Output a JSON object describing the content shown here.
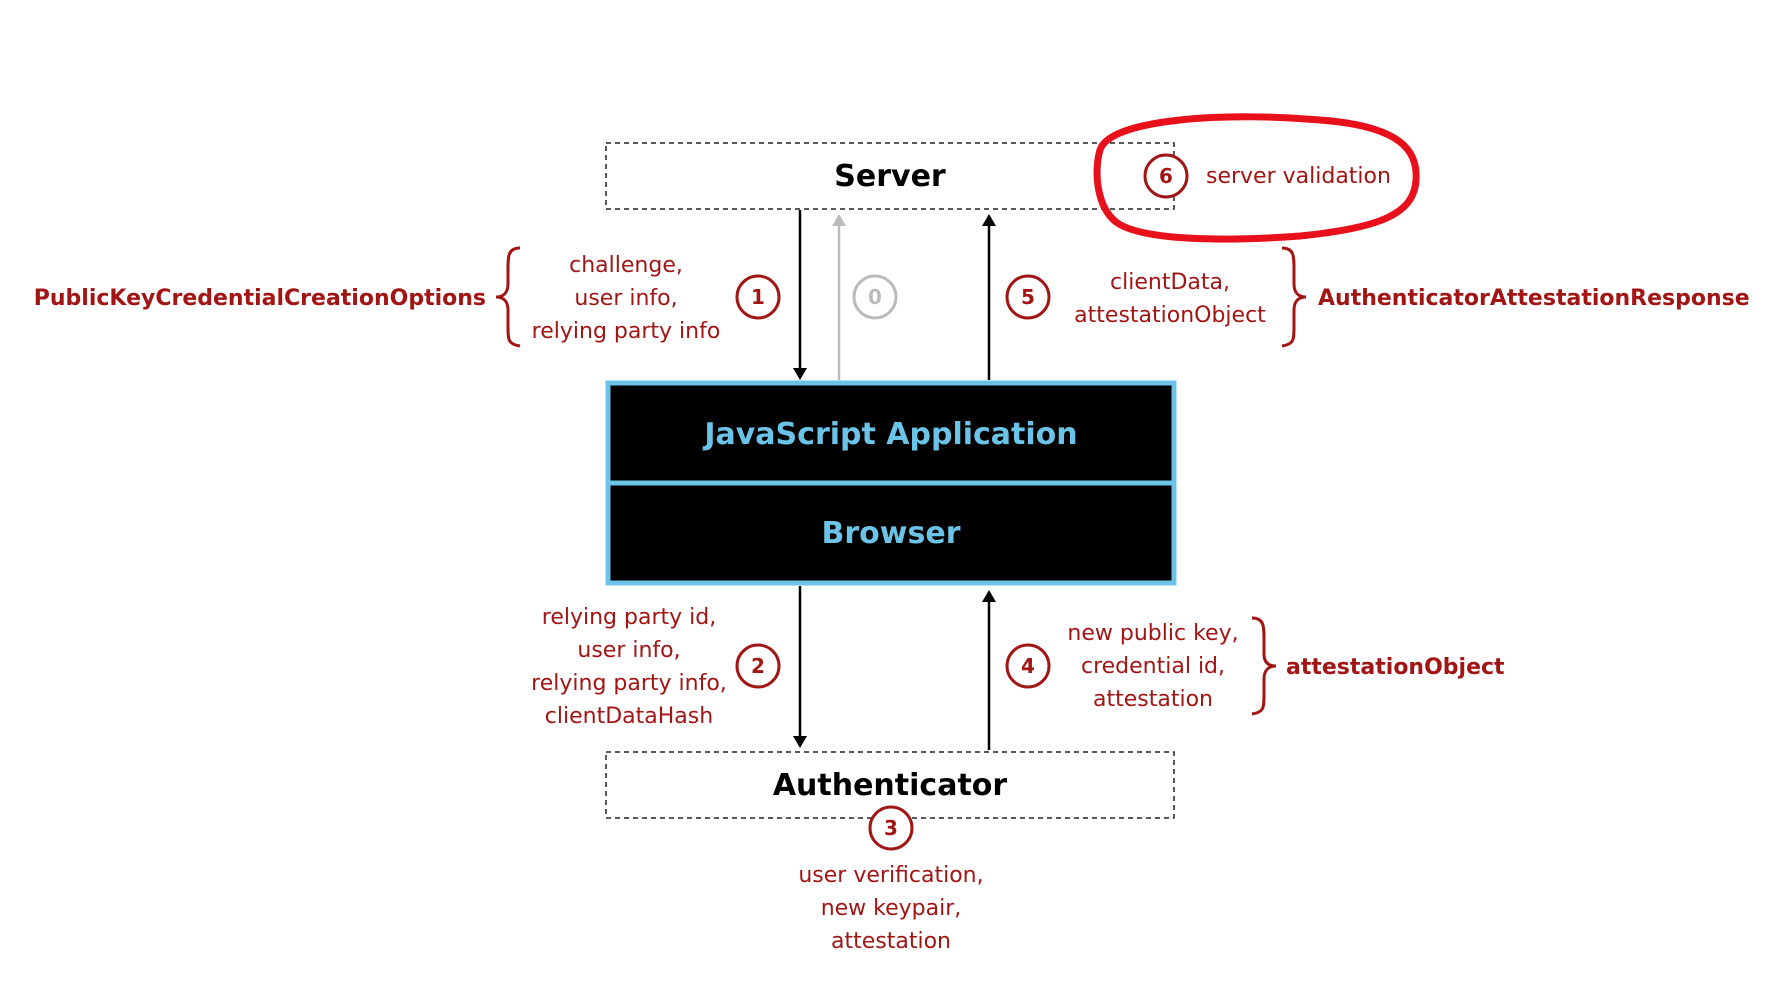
{
  "boxes": {
    "server": "Server",
    "javascript_app": "JavaScript Application",
    "browser": "Browser",
    "authenticator": "Authenticator"
  },
  "steps": {
    "s0": "0",
    "s1": "1",
    "s2": "2",
    "s3": "3",
    "s4": "4",
    "s5": "5",
    "s6": "6"
  },
  "labels": {
    "step1": [
      "challenge,",
      "user info,",
      "relying party info"
    ],
    "step2": [
      "relying party id,",
      "user info,",
      "relying party info,",
      "clientDataHash"
    ],
    "step3": [
      "user verification,",
      "new keypair,",
      "attestation"
    ],
    "step4": [
      "new public key,",
      "credential id,",
      "attestation"
    ],
    "step5": [
      "clientData,",
      "attestationObject"
    ],
    "step6": "server validation"
  },
  "types": {
    "creation_options": "PublicKeyCredentialCreationOptions",
    "attestation_response": "AuthenticatorAttestationResponse",
    "attestation_object": "attestationObject"
  },
  "colors": {
    "accent": "#a21515",
    "app_text": "#6cc3e8",
    "app_border": "#6cc3e8",
    "highlight": "#e8101a",
    "grey_arrow": "#bbbbbb"
  }
}
